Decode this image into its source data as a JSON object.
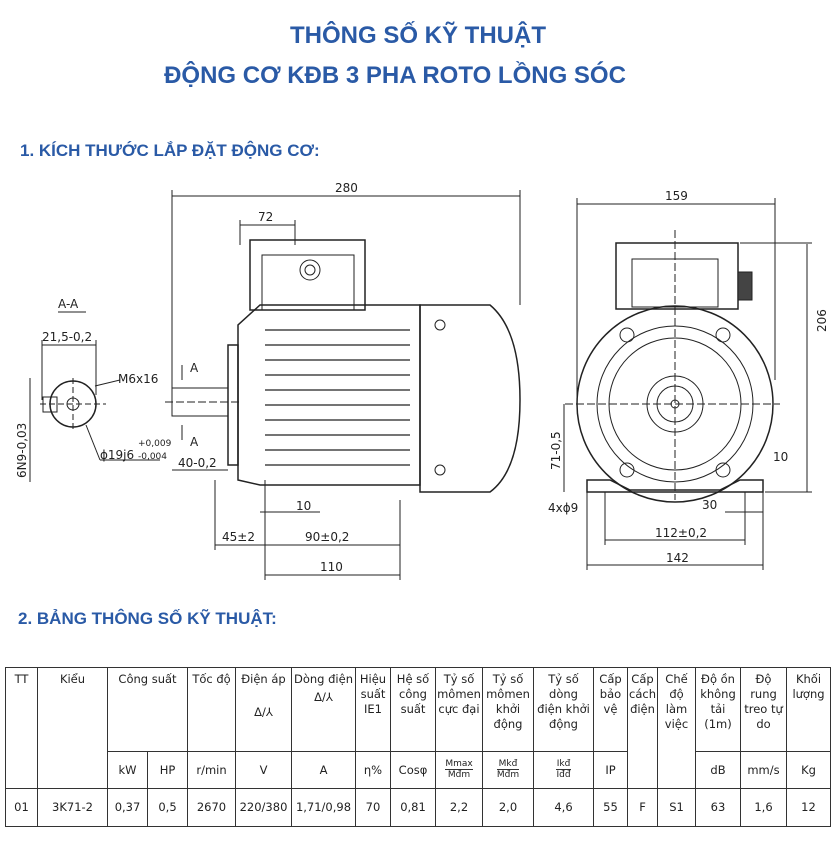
{
  "title": {
    "line1": "THÔNG SỐ KỸ THUẬT",
    "line2": "ĐỘNG CƠ KĐB 3 PHA ROTO LỒNG SÓC",
    "color": "#2a5aa6"
  },
  "section1": {
    "heading": "1. KÍCH THƯỚC LẮP ĐẶT ĐỘNG CƠ:"
  },
  "drawing": {
    "section_label": "A-A",
    "section_mark": "A",
    "dims": {
      "d280": "280",
      "d72": "72",
      "d21_5": "21,5-0,2",
      "m6": "M6x16",
      "shaft": "ϕ19j6",
      "tol_up": "+0,009",
      "tol_dn": "-0,004",
      "key": "6N9-0,03",
      "d40": "40-0,2",
      "d10a": "10",
      "d45": "45±2",
      "d90": "90±0,2",
      "d110": "110",
      "d159": "159",
      "d206": "206",
      "d71": "71-0,5",
      "d10b": "10",
      "holes": "4xϕ9",
      "d30": "30",
      "d112": "112±0,2",
      "d142": "142"
    }
  },
  "section2": {
    "heading": "2. BẢNG THÔNG SỐ KỸ THUẬT:"
  },
  "table": {
    "headers": {
      "tt": "TT",
      "kieu": "Kiểu",
      "cong_suat": "Công suất",
      "toc_do": "Tốc độ",
      "dien_ap": "Điện áp",
      "dong_dien": "Dòng điện",
      "delta": "Δ/⅄",
      "hieu_suat": "Hiệu suất IE1",
      "he_so": "Hệ số công suất",
      "mmax": "Tỷ số mômen cực đại",
      "mkd": "Tỷ số mômen khởi động",
      "ikd": "Tỷ số dòng điện khởi động",
      "cap_bv": "Cấp bảo vệ",
      "cap_cd": "Cấp cách điện",
      "che_do": "Chế độ làm việc",
      "do_on": "Độ ồn không tải (1m)",
      "do_rung": "Độ rung treo tự do",
      "khoi_luong": "Khối lượng"
    },
    "units": {
      "kw": "kW",
      "hp": "HP",
      "rpm": "r/min",
      "v": "V",
      "a": "A",
      "eta": "η%",
      "cos": "Cosφ",
      "mmax_n": "Mmax",
      "mmax_d": "Mđm",
      "mkd_n": "Mkđ",
      "mkd_d": "Mđm",
      "ikd_n": "Ikđ",
      "ikd_d": "Iđđ",
      "ip": "IP",
      "db": "dB",
      "mms": "mm/s",
      "kg": "Kg"
    },
    "rows": [
      [
        "01",
        "3K71-2",
        "0,37",
        "0,5",
        "2670",
        "220/380",
        "1,71/0,98",
        "70",
        "0,81",
        "2,2",
        "2,0",
        "4,6",
        "55",
        "F",
        "S1",
        "63",
        "1,6",
        "12"
      ]
    ]
  }
}
